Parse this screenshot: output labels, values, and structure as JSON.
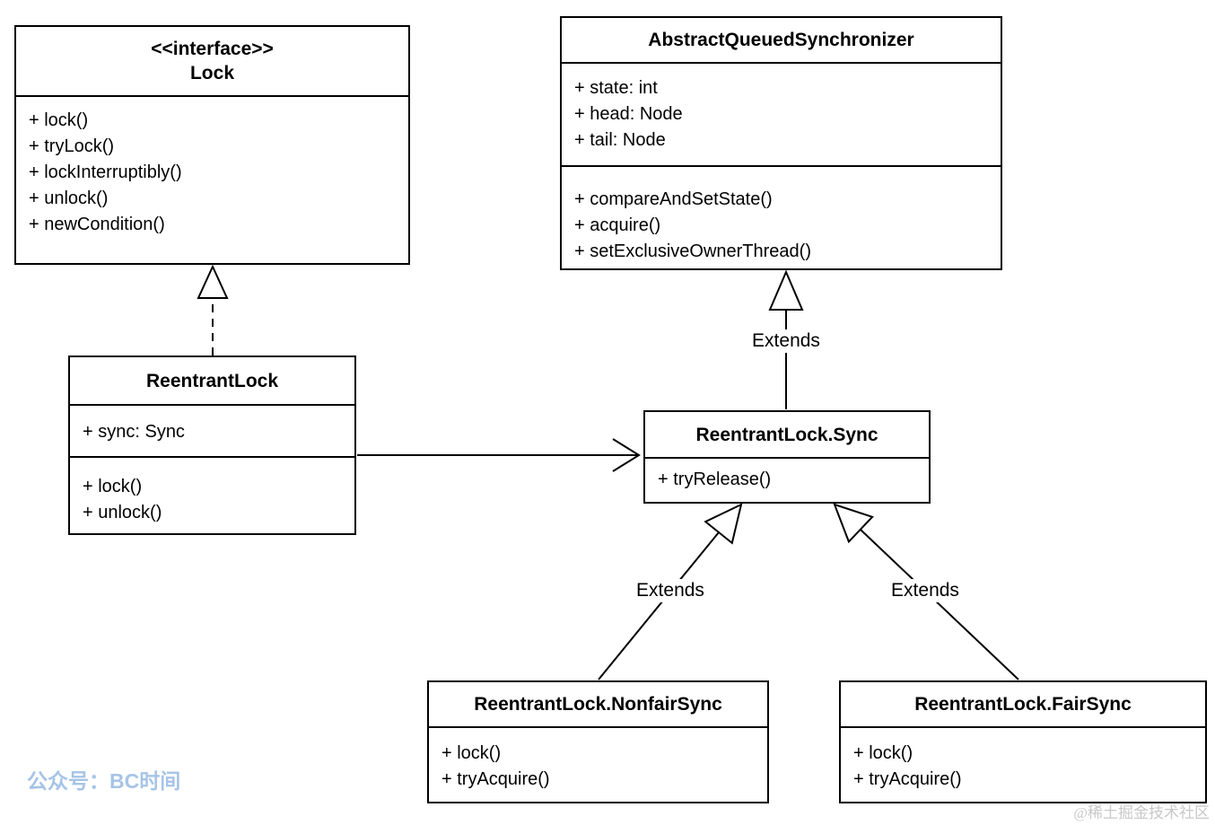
{
  "diagram": {
    "classes": {
      "lock": {
        "stereotype": "<<interface>>",
        "name": "Lock",
        "methods": [
          "+ lock()",
          "+ tryLock()",
          "+ lockInterruptibly()",
          "+ unlock()",
          "+ newCondition()"
        ]
      },
      "aqs": {
        "name": "AbstractQueuedSynchronizer",
        "fields": [
          "+ state: int",
          "+ head: Node",
          "+ tail: Node"
        ],
        "methods": [
          "+ compareAndSetState()",
          "+ acquire()",
          "+ setExclusiveOwnerThread()"
        ]
      },
      "reentrantLock": {
        "name": "ReentrantLock",
        "fields": [
          "+ sync: Sync"
        ],
        "methods": [
          "+ lock()",
          "+ unlock()"
        ]
      },
      "sync": {
        "name": "ReentrantLock.Sync",
        "methods": [
          "+ tryRelease()"
        ]
      },
      "nonfairSync": {
        "name": "ReentrantLock.NonfairSync",
        "methods": [
          "+ lock()",
          "+ tryAcquire()"
        ]
      },
      "fairSync": {
        "name": "ReentrantLock.FairSync",
        "methods": [
          "+ lock()",
          "+ tryAcquire()"
        ]
      }
    },
    "edge_labels": {
      "aqs_extends": "Extends",
      "nonfair_extends": "Extends",
      "fair_extends": "Extends"
    }
  },
  "footer": {
    "wechat_label": "公众号：BC时间",
    "watermark": "@稀土掘金技术社区"
  },
  "colors": {
    "line": "#000000",
    "background": "#ffffff",
    "accent_blue": "#a6c4e6",
    "watermark_gray": "#c8c8c8"
  }
}
